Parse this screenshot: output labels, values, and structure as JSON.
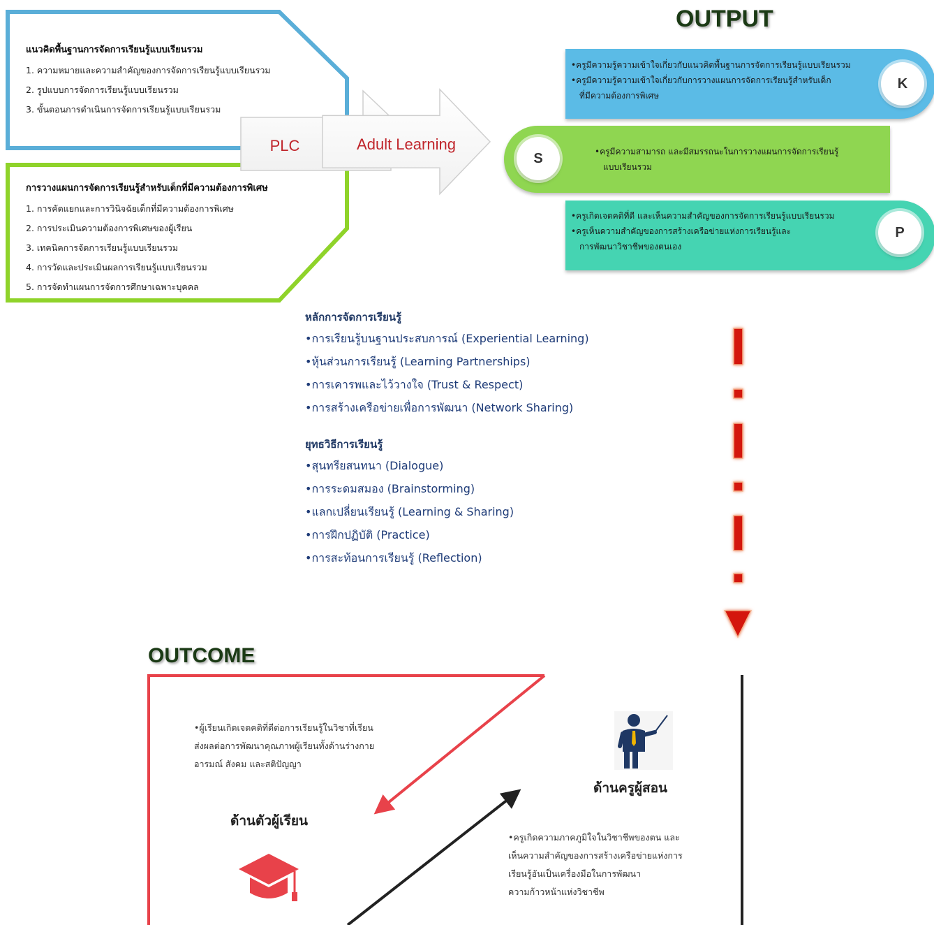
{
  "concept_box": {
    "title": "แนวคิดพื้นฐานการจัดการเรียนรู้แบบเรียนรวม",
    "items": [
      "1. ความหมายและความสำคัญของการจัดการเรียนรู้แบบเรียนรวม",
      "2. รูปแบบการจัดการเรียนรู้แบบเรียนรวม",
      "3. ขั้นตอนการดำเนินการจัดการเรียนรู้แบบเรียนรวม"
    ],
    "border_color": "#5aaed8"
  },
  "planning_box": {
    "title": "การวางแผนการจัดการเรียนรู้สำหรับเด็กที่มีความต้องการพิเศษ",
    "items": [
      "1. การคัดแยกและการวินิจฉัยเด็กที่มีความต้องการพิเศษ",
      "2. การประเมินความต้องการพิเศษของผู้เรียน",
      "3. เทคนิคการจัดการเรียนรู้แบบเรียนรวม",
      "4. การวัดและประเมินผลการเรียนรู้แบบเรียนรวม",
      "5. การจัดทำแผนการจัดการศึกษาเฉพาะบุคคล"
    ],
    "border_color": "#8fd32a"
  },
  "arrows": {
    "plc_label": "PLC",
    "adult_learning_label": "Adult Learning",
    "label_color": "#c0262c"
  },
  "output": {
    "heading": "OUTPUT",
    "k": {
      "letter": "K",
      "lines": [
        "•ครูมีความรู้ความเข้าใจเกี่ยวกับแนวคิดพื้นฐานการจัดการเรียนรู้แบบเรียนรวม",
        "•ครูมีความรู้ความเข้าใจเกี่ยวกับการวางแผนการจัดการเรียนรู้สำหรับเด็ก",
        "ที่มีความต้องการพิเศษ"
      ],
      "color": "#5bbbe6"
    },
    "s": {
      "letter": "S",
      "lines": [
        "•ครูมีความสามารถ และมีสมรรถนะในการวางแผนการจัดการเรียนรู้",
        "แบบเรียนรวม"
      ],
      "color": "#8fd651"
    },
    "p": {
      "letter": "P",
      "lines": [
        "•ครูเกิดเจตคติที่ดี และเห็นความสำคัญของการจัดการเรียนรู้แบบเรียนรวม",
        "•ครูเห็นความสำคัญของการสร้างเครือข่ายแห่งการเรียนรู้และ",
        "การพัฒนาวิชาชีพของตนเอง"
      ],
      "color": "#45d4b2"
    }
  },
  "principles": {
    "heading": "หลักการจัดการเรียนรู้",
    "items": [
      "•การเรียนรู้บนฐานประสบการณ์ (Experiential Learning)",
      "•หุ้นส่วนการเรียนรู้ (Learning Partnerships)",
      "•การเคารพและไว้วางใจ (Trust & Respect)",
      "•การสร้างเครือข่ายเพื่อการพัฒนา (Network Sharing)"
    ]
  },
  "strategies": {
    "heading": "ยุทธวิธีการเรียนรู้",
    "items": [
      "•สุนทรียสนทนา (Dialogue)",
      "•การระดมสมอง (Brainstorming)",
      "•แลกเปลี่ยนเรียนรู้ (Learning & Sharing)",
      "•การฝึกปฏิบัติ (Practice)",
      "•การสะท้อนการเรียนรู้ (Reflection)"
    ]
  },
  "outcome": {
    "heading": "OUTCOME",
    "learner_text": [
      "•ผู้เรียนเกิดเจตคติที่ดีต่อการเรียนรู้ในวิชาที่เรียน",
      "ส่งผลต่อการพัฒนาคุณภาพผู้เรียนทั้งด้านร่างกาย",
      "อารมณ์ สังคม และสติปัญญา"
    ],
    "learner_label": "ด้านตัวผู้เรียน",
    "teacher_label": "ด้านครูผู้สอน",
    "teacher_text": [
      "•ครูเกิดความภาคภูมิใจในวิชาชีพของตน และ",
      "เห็นความสำคัญของการสร้างเครือข่ายแห่งการ",
      "เรียนรู้อันเป็นเครื่องมือในการพัฒนา",
      "ความก้าวหน้าแห่งวิชาชีพ"
    ],
    "red_color": "#e8424a"
  }
}
